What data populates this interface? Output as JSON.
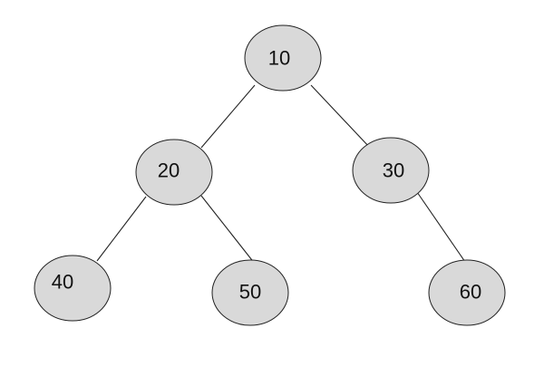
{
  "tree": {
    "nodes": [
      {
        "id": "n10",
        "label": "10"
      },
      {
        "id": "n20",
        "label": "20"
      },
      {
        "id": "n30",
        "label": "30"
      },
      {
        "id": "n40",
        "label": "40"
      },
      {
        "id": "n50",
        "label": "50"
      },
      {
        "id": "n60",
        "label": "60"
      }
    ],
    "edges": [
      {
        "from": "n10",
        "to": "n20"
      },
      {
        "from": "n10",
        "to": "n30"
      },
      {
        "from": "n20",
        "to": "n40"
      },
      {
        "from": "n20",
        "to": "n50"
      },
      {
        "from": "n30",
        "to": "n60"
      }
    ]
  }
}
